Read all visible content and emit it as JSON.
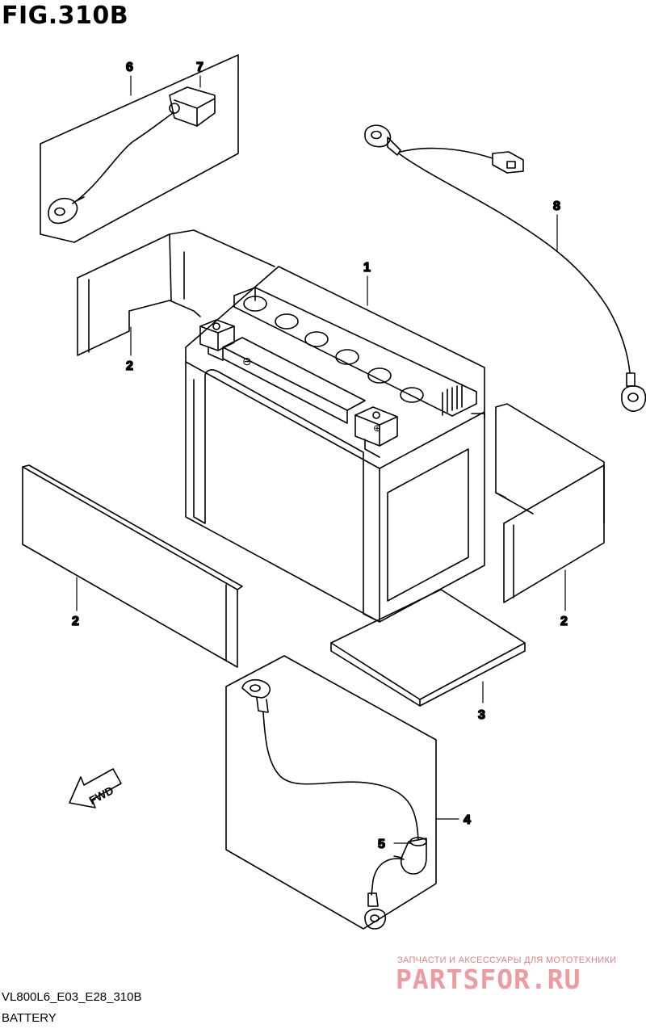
{
  "figure": {
    "title": "FIG.310B",
    "code": "VL800L6_E03_E28_310B",
    "caption": "BATTERY"
  },
  "callouts": {
    "battery": "1",
    "pad_left_upper": "2",
    "pad_left_lower": "2",
    "pad_right": "2",
    "pad_bottom": "3",
    "cable_negative": "4",
    "cap": "5",
    "lead_wire": "6",
    "boot": "7",
    "cable_positive": "8"
  },
  "direction_marker": "FWD",
  "watermark": {
    "tagline": "ЗАПЧАСТИ И АКСЕССУАРЫ ДЛЯ МОТОТЕХНИКИ",
    "logo": "PARTSFOR.RU"
  },
  "colors": {
    "line": "#000000",
    "watermark": "#e07e83"
  }
}
